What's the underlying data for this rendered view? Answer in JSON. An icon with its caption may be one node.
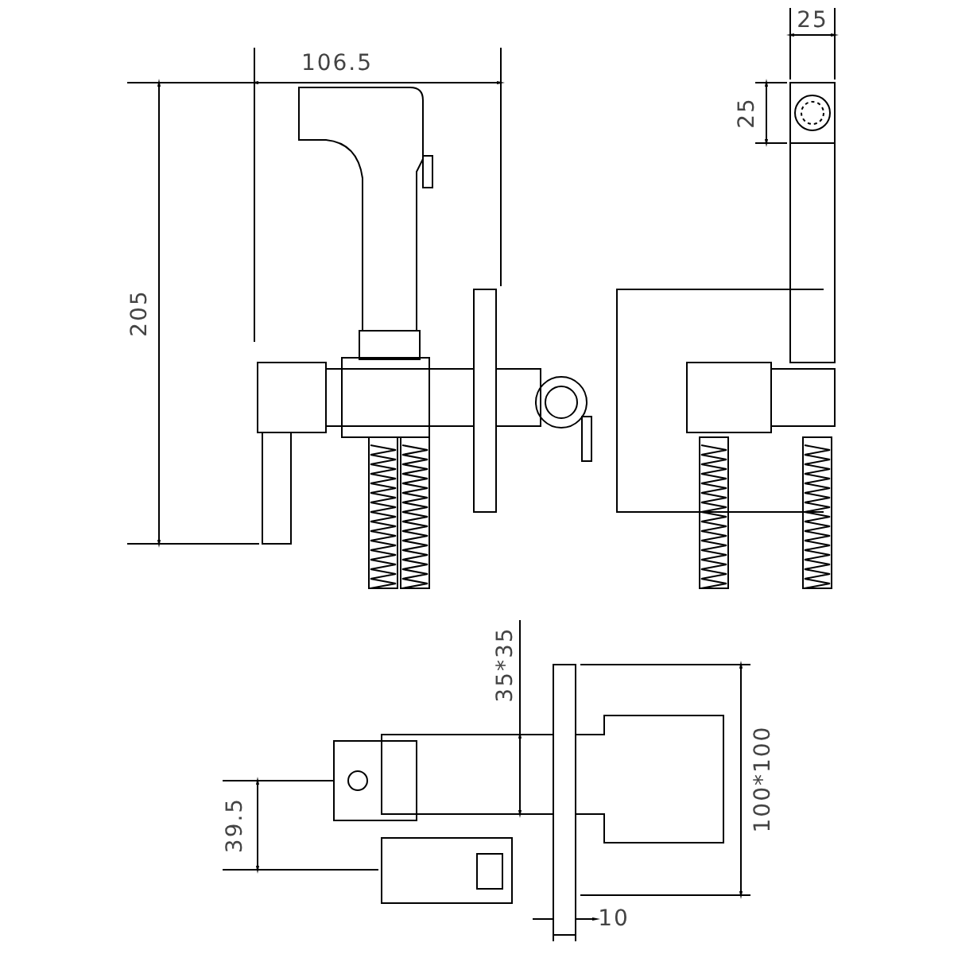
{
  "diagram": {
    "labels": [
      "106.5",
      "25",
      "25",
      "205",
      "35*35",
      "39.5",
      "100*100",
      "10"
    ]
  }
}
